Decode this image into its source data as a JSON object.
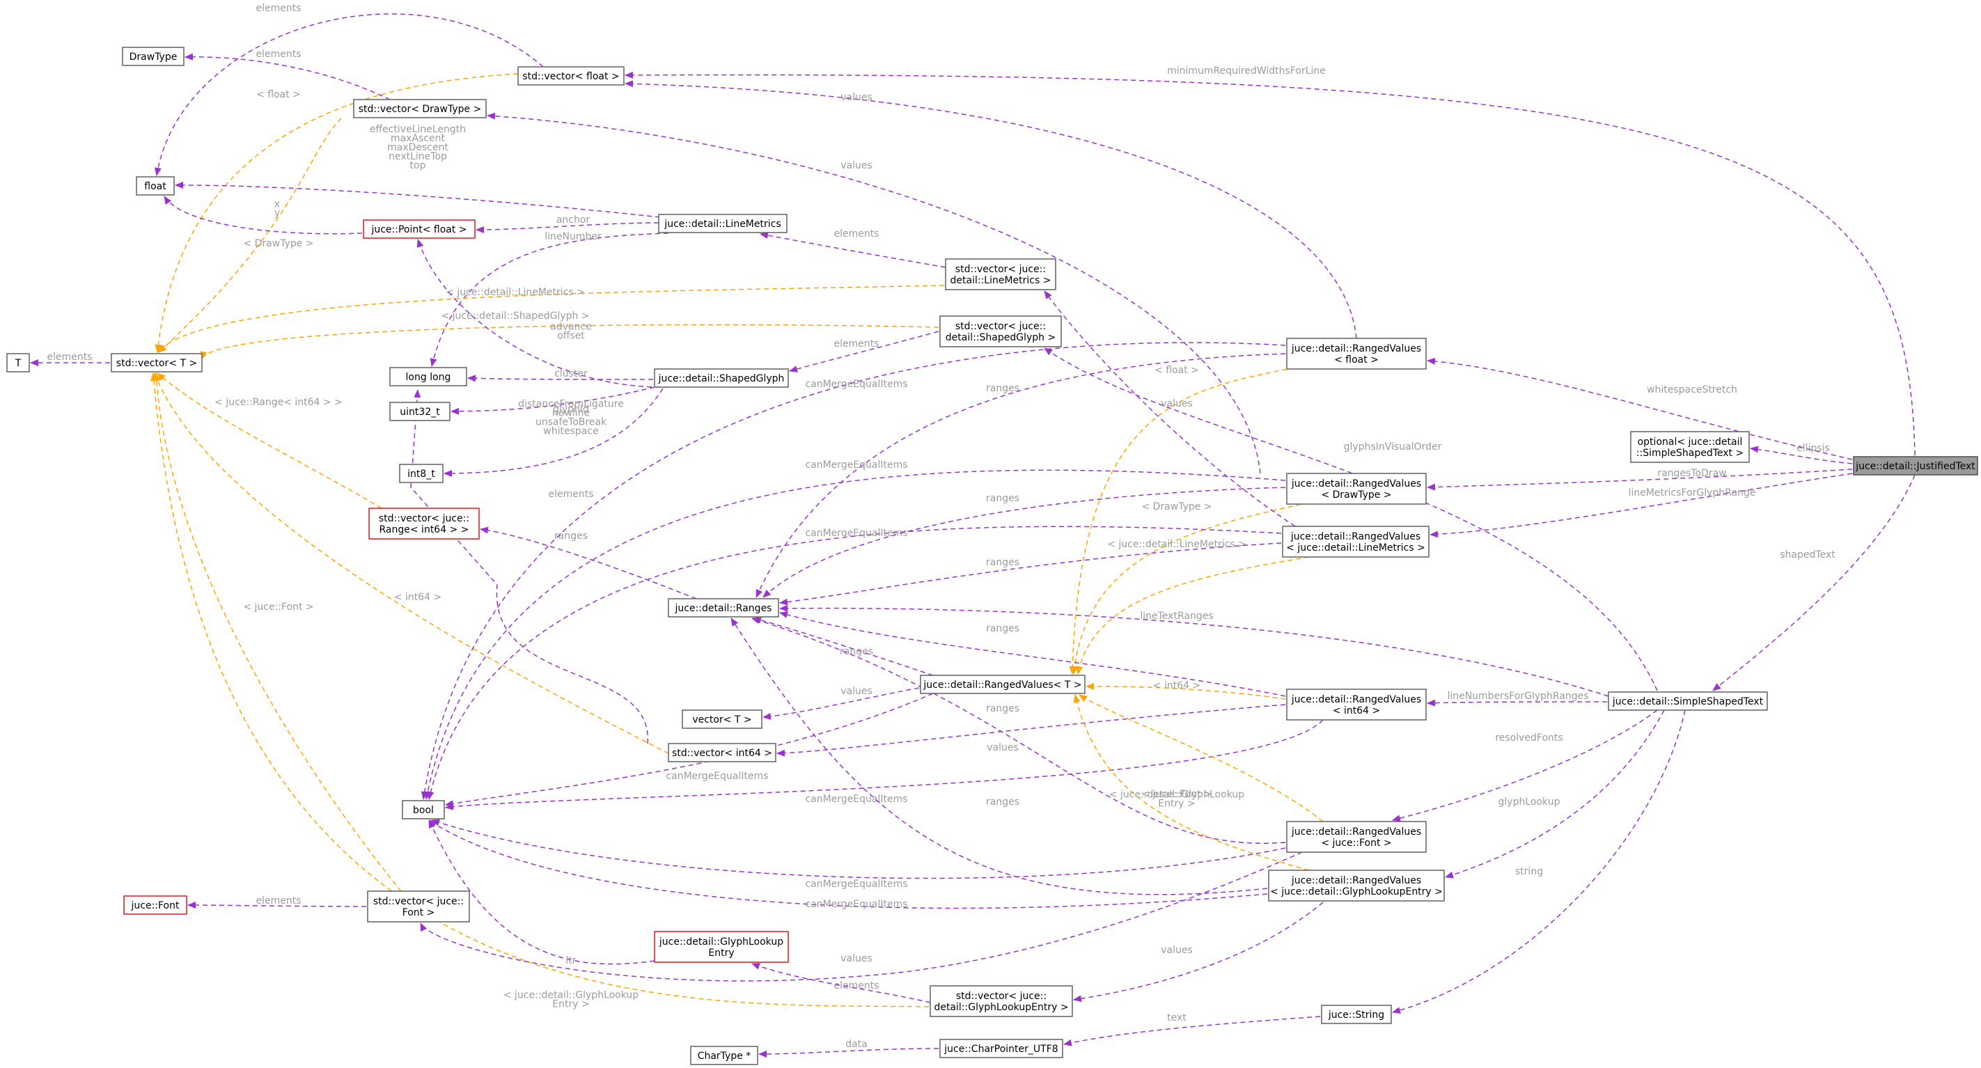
{
  "colors": {
    "usage_edge": "#9933cc",
    "template_edge": "#ffa500",
    "node_border": "#6b6b6b",
    "broken_node_border": "#e0262b",
    "focus_node_fill": "#9a9a9a",
    "label_text": "#9b9b9b"
  },
  "nodes": [
    {
      "id": "DrawType",
      "lines": [
        "DrawType"
      ]
    },
    {
      "id": "vecfloat",
      "lines": [
        "std::vector< float >"
      ]
    },
    {
      "id": "vecDrawType",
      "lines": [
        "std::vector< DrawType >"
      ]
    },
    {
      "id": "float",
      "lines": [
        "float"
      ]
    },
    {
      "id": "Point",
      "lines": [
        "juce::Point< float >"
      ],
      "style": "red"
    },
    {
      "id": "LineMetrics",
      "lines": [
        "juce::detail::LineMetrics"
      ]
    },
    {
      "id": "vecLineMetrics",
      "lines": [
        "std::vector< juce::",
        "detail::LineMetrics >"
      ]
    },
    {
      "id": "T",
      "lines": [
        "T"
      ]
    },
    {
      "id": "vecT",
      "lines": [
        "std::vector< T >"
      ]
    },
    {
      "id": "vecShapedGlyph",
      "lines": [
        "std::vector< juce::",
        "detail::ShapedGlyph >"
      ]
    },
    {
      "id": "longlong",
      "lines": [
        "long long"
      ]
    },
    {
      "id": "ShapedGlyph",
      "lines": [
        "juce::detail::ShapedGlyph"
      ]
    },
    {
      "id": "uint32",
      "lines": [
        "uint32_t"
      ]
    },
    {
      "id": "RVfloat",
      "lines": [
        "juce::detail::RangedValues",
        "< float >"
      ]
    },
    {
      "id": "optional",
      "lines": [
        "optional< juce::detail",
        "::SimpleShapedText >"
      ]
    },
    {
      "id": "JustifiedText",
      "lines": [
        "juce::detail::JustifiedText"
      ],
      "style": "hl"
    },
    {
      "id": "int8",
      "lines": [
        "int8_t"
      ]
    },
    {
      "id": "vecRange",
      "lines": [
        "std::vector< juce::",
        "Range< int64 > >"
      ],
      "style": "red"
    },
    {
      "id": "RVDrawType",
      "lines": [
        "juce::detail::RangedValues",
        "< DrawType >"
      ]
    },
    {
      "id": "RVLineMetrics",
      "lines": [
        "juce::detail::RangedValues",
        "< juce::detail::LineMetrics >"
      ]
    },
    {
      "id": "Ranges",
      "lines": [
        "juce::detail::Ranges"
      ]
    },
    {
      "id": "RVT",
      "lines": [
        "juce::detail::RangedValues< T >"
      ]
    },
    {
      "id": "vectorT",
      "lines": [
        "vector< T >"
      ]
    },
    {
      "id": "RVint64",
      "lines": [
        "juce::detail::RangedValues",
        "< int64 >"
      ]
    },
    {
      "id": "SimpleShapedText",
      "lines": [
        "juce::detail::SimpleShapedText"
      ]
    },
    {
      "id": "vecint64",
      "lines": [
        "std::vector< int64 >"
      ]
    },
    {
      "id": "bool",
      "lines": [
        "bool"
      ]
    },
    {
      "id": "RVFont",
      "lines": [
        "juce::detail::RangedValues",
        "< juce::Font >"
      ]
    },
    {
      "id": "RVGlyph",
      "lines": [
        "juce::detail::RangedValues",
        "< juce::detail::GlyphLookupEntry >"
      ]
    },
    {
      "id": "Font",
      "lines": [
        "juce::Font"
      ],
      "style": "red"
    },
    {
      "id": "vecFont",
      "lines": [
        "std::vector< juce::",
        "Font >"
      ]
    },
    {
      "id": "GlyphLookupEntry",
      "lines": [
        "juce::detail::GlyphLookup",
        "Entry"
      ],
      "style": "red"
    },
    {
      "id": "vecGlyph",
      "lines": [
        "std::vector< juce::",
        "detail::GlyphLookupEntry >"
      ]
    },
    {
      "id": "String",
      "lines": [
        "juce::String"
      ]
    },
    {
      "id": "CharPtr",
      "lines": [
        "juce::CharPointer_UTF8"
      ]
    },
    {
      "id": "CharType",
      "lines": [
        "CharType *"
      ]
    }
  ],
  "edges": [
    {
      "from": "vecfloat",
      "to": "float",
      "kind": "usage",
      "label": [
        "elements"
      ]
    },
    {
      "from": "vecDrawType",
      "to": "DrawType",
      "kind": "usage",
      "label": [
        "elements"
      ]
    },
    {
      "from": "vecfloat",
      "to": "vecT",
      "kind": "template",
      "label": [
        "< float >"
      ]
    },
    {
      "from": "vecDrawType",
      "to": "vecT",
      "kind": "template",
      "label": [
        "< DrawType >"
      ]
    },
    {
      "from": "JustifiedText",
      "to": "vecfloat",
      "kind": "usage",
      "label": [
        "minimumRequiredWidthsForLine"
      ]
    },
    {
      "from": "RVfloat",
      "to": "vecfloat",
      "kind": "usage",
      "label": [
        "values"
      ]
    },
    {
      "from": "RVDrawType",
      "to": "vecDrawType",
      "kind": "usage",
      "label": [
        "values"
      ]
    },
    {
      "from": "LineMetrics",
      "to": "float",
      "kind": "usage",
      "label": [
        "effectiveLineLength",
        "maxAscent",
        "maxDescent",
        "nextLineTop",
        "top"
      ]
    },
    {
      "from": "Point",
      "to": "float",
      "kind": "usage",
      "label": [
        "x",
        "y"
      ]
    },
    {
      "from": "LineMetrics",
      "to": "Point",
      "kind": "usage",
      "label": [
        "anchor"
      ]
    },
    {
      "from": "LineMetrics",
      "to": "longlong",
      "kind": "usage",
      "label": [
        "lineNumber"
      ]
    },
    {
      "from": "vecLineMetrics",
      "to": "LineMetrics",
      "kind": "usage",
      "label": [
        "elements"
      ]
    },
    {
      "from": "vecLineMetrics",
      "to": "vecT",
      "kind": "template",
      "label": [
        "< juce::detail::LineMetrics >"
      ]
    },
    {
      "from": "vecShapedGlyph",
      "to": "vecT",
      "kind": "template",
      "label": [
        "< juce::detail::ShapedGlyph >"
      ]
    },
    {
      "from": "vecT",
      "to": "T",
      "kind": "usage",
      "label": [
        "elements"
      ]
    },
    {
      "from": "ShapedGlyph",
      "to": "Point",
      "kind": "usage",
      "label": [
        "advance",
        "offset"
      ]
    },
    {
      "from": "ShapedGlyph",
      "to": "longlong",
      "kind": "usage",
      "label": [
        "cluster"
      ]
    },
    {
      "from": "ShapedGlyph",
      "to": "uint32",
      "kind": "usage",
      "label": [
        "glyphId"
      ]
    },
    {
      "from": "ShapedGlyph",
      "to": "int8",
      "kind": "usage",
      "label": [
        "distanceFromLigature",
        "newline",
        "unsafeToBreak",
        "whitespace"
      ]
    },
    {
      "from": "vecShapedGlyph",
      "to": "ShapedGlyph",
      "kind": "usage",
      "label": [
        "elements"
      ]
    },
    {
      "from": "vecRange",
      "to": "vecT",
      "kind": "template",
      "label": [
        "< juce::Range< int64 > >"
      ]
    },
    {
      "from": "vecint64",
      "to": "vecT",
      "kind": "template",
      "label": [
        "< int64 >"
      ]
    },
    {
      "from": "vecFont",
      "to": "vecT",
      "kind": "template",
      "label": [
        "< juce::Font >"
      ]
    },
    {
      "from": "vecGlyph",
      "to": "vecT",
      "kind": "template",
      "label": [
        "< juce::detail::GlyphLookup",
        "Entry >"
      ]
    },
    {
      "from": "vecint64",
      "to": "longlong",
      "kind": "usage",
      "label": [
        "elements"
      ]
    },
    {
      "from": "Ranges",
      "to": "vecRange",
      "kind": "usage",
      "label": [
        "ranges"
      ]
    },
    {
      "from": "RVfloat",
      "to": "bool",
      "kind": "usage",
      "label": [
        "canMergeEqualItems"
      ]
    },
    {
      "from": "RVfloat",
      "to": "Ranges",
      "kind": "usage",
      "label": [
        "ranges"
      ]
    },
    {
      "from": "RVfloat",
      "to": "RVT",
      "kind": "template",
      "label": [
        "< float >"
      ]
    },
    {
      "from": "JustifiedText",
      "to": "RVfloat",
      "kind": "usage",
      "label": [
        "whitespaceStretch"
      ]
    },
    {
      "from": "JustifiedText",
      "to": "optional",
      "kind": "usage",
      "label": [
        "ellipsis"
      ]
    },
    {
      "from": "JustifiedText",
      "to": "RVDrawType",
      "kind": "usage",
      "label": [
        "rangesToDraw"
      ]
    },
    {
      "from": "JustifiedText",
      "to": "RVLineMetrics",
      "kind": "usage",
      "label": [
        "lineMetricsForGlyphRange"
      ]
    },
    {
      "from": "JustifiedText",
      "to": "SimpleShapedText",
      "kind": "usage",
      "label": [
        "shapedText"
      ]
    },
    {
      "from": "RVDrawType",
      "to": "bool",
      "kind": "usage",
      "label": [
        "canMergeEqualItems"
      ]
    },
    {
      "from": "RVDrawType",
      "to": "Ranges",
      "kind": "usage",
      "label": [
        "ranges"
      ]
    },
    {
      "from": "RVDrawType",
      "to": "RVT",
      "kind": "template",
      "label": [
        "< DrawType >"
      ]
    },
    {
      "from": "RVLineMetrics",
      "to": "bool",
      "kind": "usage",
      "label": [
        "canMergeEqualItems"
      ]
    },
    {
      "from": "RVLineMetrics",
      "to": "Ranges",
      "kind": "usage",
      "label": [
        "ranges"
      ]
    },
    {
      "from": "RVLineMetrics",
      "to": "vecLineMetrics",
      "kind": "usage",
      "label": [
        "values"
      ]
    },
    {
      "from": "RVLineMetrics",
      "to": "RVT",
      "kind": "template",
      "label": [
        "< juce::detail::LineMetrics >"
      ]
    },
    {
      "from": "SimpleShapedText",
      "to": "vecShapedGlyph",
      "kind": "usage",
      "label": [
        "glyphsInVisualOrder"
      ]
    },
    {
      "from": "SimpleShapedText",
      "to": "Ranges",
      "kind": "usage",
      "label": [
        "lineTextRanges"
      ]
    },
    {
      "from": "SimpleShapedText",
      "to": "RVint64",
      "kind": "usage",
      "label": [
        "lineNumbersForGlyphRanges"
      ]
    },
    {
      "from": "SimpleShapedText",
      "to": "RVFont",
      "kind": "usage",
      "label": [
        "resolvedFonts"
      ]
    },
    {
      "from": "SimpleShapedText",
      "to": "RVGlyph",
      "kind": "usage",
      "label": [
        "glyphLookup"
      ]
    },
    {
      "from": "SimpleShapedText",
      "to": "String",
      "kind": "usage",
      "label": [
        "string"
      ]
    },
    {
      "from": "RVint64",
      "to": "Ranges",
      "kind": "usage",
      "label": [
        "ranges"
      ]
    },
    {
      "from": "RVint64",
      "to": "RVT",
      "kind": "template",
      "label": [
        "< int64 >"
      ]
    },
    {
      "from": "RVint64",
      "to": "vecint64",
      "kind": "usage",
      "label": [
        "values"
      ]
    },
    {
      "from": "RVint64",
      "to": "bool",
      "kind": "usage",
      "label": [
        "canMergeEqualItems"
      ]
    },
    {
      "from": "RVT",
      "to": "Ranges",
      "kind": "usage",
      "label": [
        "ranges"
      ]
    },
    {
      "from": "RVT",
      "to": "vectorT",
      "kind": "usage",
      "label": [
        "values"
      ]
    },
    {
      "from": "RVT",
      "to": "bool",
      "kind": "usage",
      "label": [
        "canMergeEqualItems"
      ]
    },
    {
      "from": "RVFont",
      "to": "Ranges",
      "kind": "usage",
      "label": [
        "ranges"
      ]
    },
    {
      "from": "RVFont",
      "to": "RVT",
      "kind": "template",
      "label": [
        "< juce::Font >"
      ]
    },
    {
      "from": "RVFont",
      "to": "bool",
      "kind": "usage",
      "label": [
        "canMergeEqualItems"
      ]
    },
    {
      "from": "RVFont",
      "to": "vecFont",
      "kind": "usage",
      "label": [
        "values"
      ]
    },
    {
      "from": "RVGlyph",
      "to": "Ranges",
      "kind": "usage",
      "label": [
        "ranges"
      ]
    },
    {
      "from": "RVGlyph",
      "to": "RVT",
      "kind": "template",
      "label": [
        "< juce::detail::GlyphLookup",
        "Entry >"
      ]
    },
    {
      "from": "RVGlyph",
      "to": "bool",
      "kind": "usage",
      "label": [
        "canMergeEqualItems"
      ]
    },
    {
      "from": "RVGlyph",
      "to": "vecGlyph",
      "kind": "usage",
      "label": [
        "values"
      ]
    },
    {
      "from": "vecFont",
      "to": "Font",
      "kind": "usage",
      "label": [
        "elements"
      ]
    },
    {
      "from": "GlyphLookupEntry",
      "to": "bool",
      "kind": "usage",
      "label": [
        "ltr"
      ]
    },
    {
      "from": "vecGlyph",
      "to": "GlyphLookupEntry",
      "kind": "usage",
      "label": [
        "elements"
      ]
    },
    {
      "from": "String",
      "to": "CharPtr",
      "kind": "usage",
      "label": [
        "text"
      ]
    },
    {
      "from": "CharPtr",
      "to": "CharType",
      "kind": "usage",
      "label": [
        "data"
      ]
    }
  ]
}
